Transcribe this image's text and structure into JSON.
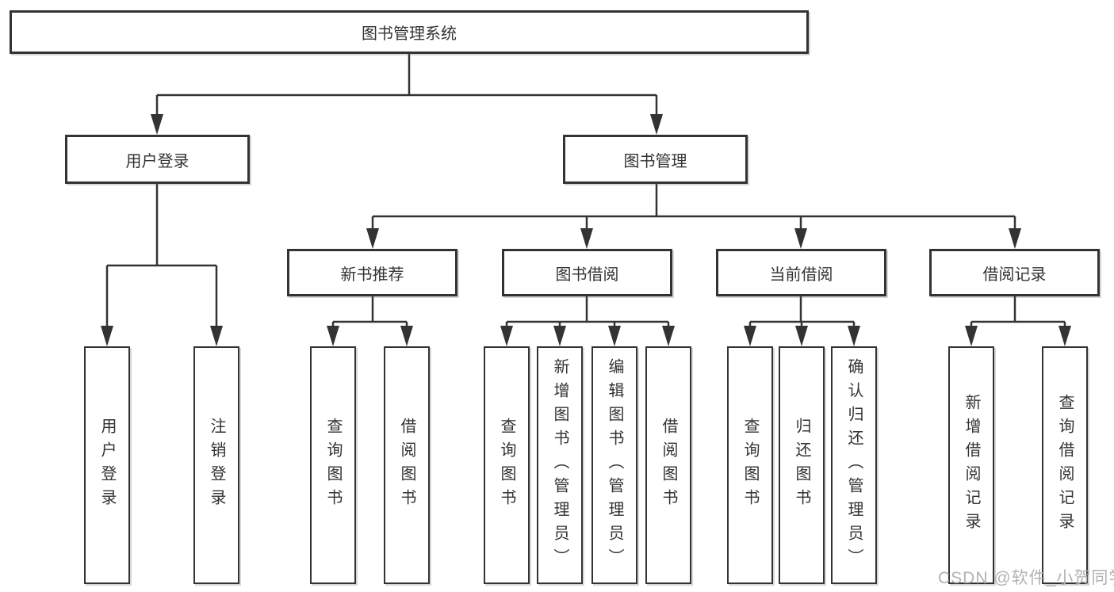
{
  "tree": {
    "label": "图书管理系统",
    "children": [
      {
        "label": "用户登录",
        "children": [
          {
            "label": "用户登录"
          },
          {
            "label": "注销登录"
          }
        ]
      },
      {
        "label": "图书管理",
        "children": [
          {
            "label": "新书推荐",
            "children": [
              {
                "label": "查询图书"
              },
              {
                "label": "借阅图书"
              }
            ]
          },
          {
            "label": "图书借阅",
            "children": [
              {
                "label": "查询图书"
              },
              {
                "label": "新增图书（管理员）"
              },
              {
                "label": "编辑图书（管理员）"
              },
              {
                "label": "借阅图书"
              }
            ]
          },
          {
            "label": "当前借阅",
            "children": [
              {
                "label": "查询图书"
              },
              {
                "label": "归还图书"
              },
              {
                "label": "确认归还（管理员）"
              }
            ]
          },
          {
            "label": "借阅记录",
            "children": [
              {
                "label": "新增借阅记录"
              },
              {
                "label": "查询借阅记录"
              }
            ]
          }
        ]
      }
    ]
  },
  "watermark": {
    "text": "CSDN @软件_小贺同学"
  },
  "colors": {
    "line": "#333333",
    "box_border": "#333333",
    "text": "#333333",
    "background": "#ffffff",
    "watermark": "#b2b2b2"
  }
}
